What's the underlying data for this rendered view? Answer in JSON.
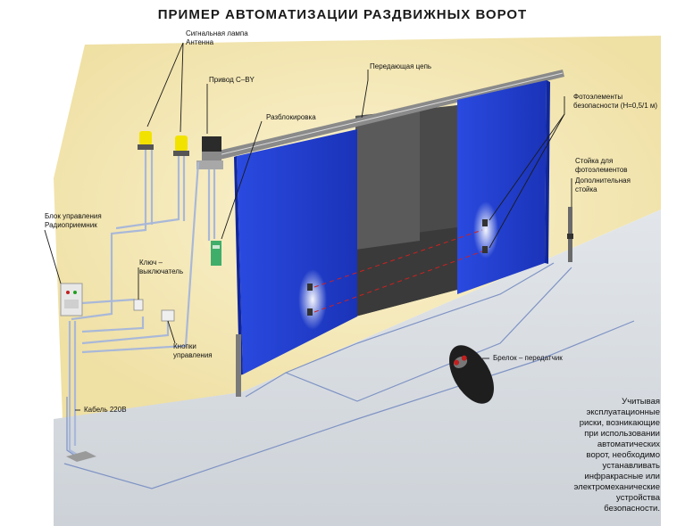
{
  "title": "ПРИМЕР АВТОМАТИЗАЦИИ РАЗДВИЖНЫХ ВОРОТ",
  "labels": {
    "signal_lamp": "Сигнальная лампа",
    "antenna": "Антенна",
    "drive": "Привод C–BY",
    "transmit_chain": "Передающая цепь",
    "unlock": "Разблокировка",
    "photo_elements": "Фотоэлементы",
    "photo_safety": "безопасности (H=0,5/1 м)",
    "stand_1": "Стойка для",
    "stand_2": "фотоэлементов",
    "stand_3": "Дополнительная",
    "stand_4": "стойка",
    "control_unit": "Блок управления",
    "radio_receiver": "Радиоприемник",
    "key_1": "Ключ –",
    "key_2": "выключатель",
    "buttons_1": "Кнопки",
    "buttons_2": "управления",
    "keyfob": "Брелок – передатчик",
    "cable": "Кабель 220В"
  },
  "note_lines": [
    "Учитывая",
    "эксплуатационные",
    "риски, возникающие",
    "при использовании",
    "автоматических",
    "ворот, необходимо",
    "устанавливать",
    "инфракрасные или",
    "электромеханические",
    "устройства",
    "безопасности."
  ],
  "colors": {
    "gate": "#1f3fd6",
    "wall": "#f3e6b2",
    "floor": "#d9dde2",
    "opening": "#4a4a4a",
    "wire": "#8fa0c8"
  }
}
